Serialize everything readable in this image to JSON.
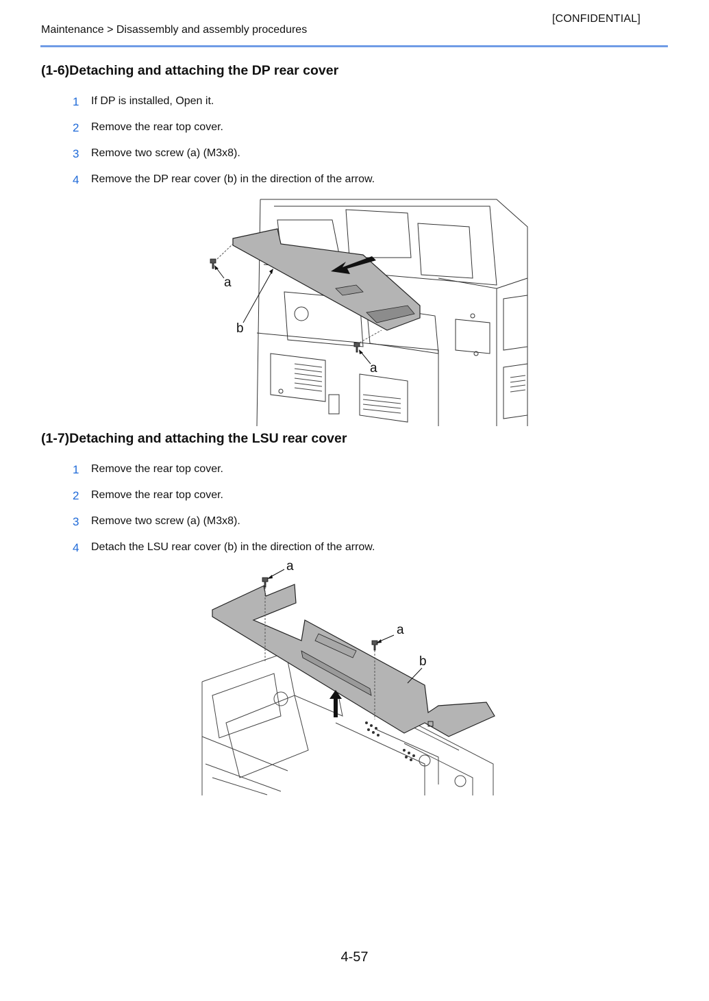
{
  "header": {
    "confidential": "[CONFIDENTIAL]",
    "breadcrumb": "Maintenance > Disassembly and assembly procedures"
  },
  "sections": [
    {
      "title": "(1-6)Detaching and attaching the DP rear cover",
      "steps": [
        {
          "num": "1",
          "text": "If DP is installed, Open it."
        },
        {
          "num": "2",
          "text": "Remove the rear top cover."
        },
        {
          "num": "3",
          "text": "Remove two screw (a) (M3x8)."
        },
        {
          "num": "4",
          "text": "Remove the DP rear cover (b) in the direction of the arrow."
        }
      ],
      "figure_labels": {
        "screw_a1": "a",
        "cover_b": "b",
        "screw_a2": "a"
      }
    },
    {
      "title": "(1-7)Detaching and attaching the LSU rear cover",
      "steps": [
        {
          "num": "1",
          "text": "Remove the rear top cover."
        },
        {
          "num": "2",
          "text": "Remove the rear top cover."
        },
        {
          "num": "3",
          "text": "Remove two screw (a) (M3x8)."
        },
        {
          "num": "4",
          "text": "Detach the LSU rear cover (b) in the direction of the arrow."
        }
      ],
      "figure_labels": {
        "screw_a1": "a",
        "screw_a2": "a",
        "cover_b": "b"
      }
    }
  ],
  "footer": {
    "page_number": "4-57"
  }
}
